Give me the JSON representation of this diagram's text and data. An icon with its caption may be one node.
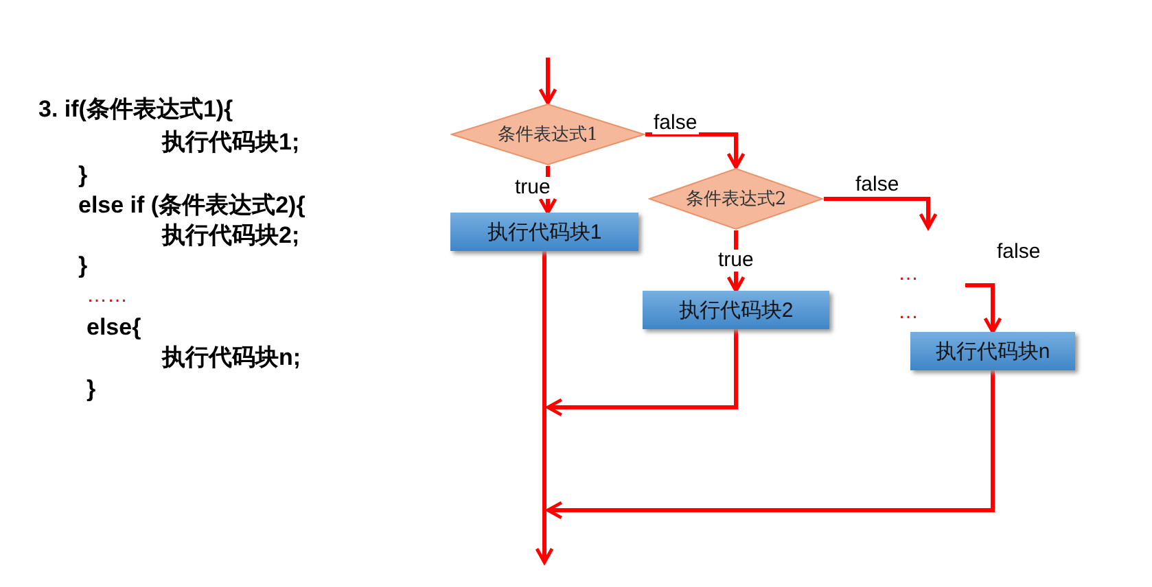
{
  "diagram": {
    "nodes": [
      {
        "text": [
          "条件表达式1"
        ]
      },
      {
        "text": [
          "条件表达式2"
        ]
      },
      {
        "text": [
          "执行代码块1"
        ]
      },
      {
        "text": [
          "执行代码块2"
        ]
      },
      {
        "text": [
          "执行代码块n"
        ]
      }
    ],
    "edges": [
      {
        "from": null,
        "to": 0,
        "arrow": "to"
      },
      {
        "from": 0,
        "to": 1,
        "arrow": "to",
        "label": "false"
      },
      {
        "from": 0,
        "to": 2,
        "arrow": "to",
        "label": "true"
      },
      {
        "from": 1,
        "to": 3,
        "arrow": "to",
        "label": "true"
      },
      {
        "from": 1,
        "to": null,
        "arrow": "to",
        "label": "false"
      },
      {
        "from": null,
        "to": 4,
        "arrow": "to",
        "label": "false"
      },
      {
        "from": 2,
        "to": null,
        "arrow": "to"
      },
      {
        "from": 3,
        "to": null,
        "arrow": "to"
      },
      {
        "from": 4,
        "to": null,
        "arrow": "to"
      }
    ],
    "labels": [
      "3.  if(条件表达式1){",
      "执行代码块1;",
      "}",
      "else if (条件表达式2){",
      "执行代码块2;",
      "}",
      "……",
      "else{",
      "执行代码块n;",
      "}",
      "…",
      "…"
    ]
  }
}
